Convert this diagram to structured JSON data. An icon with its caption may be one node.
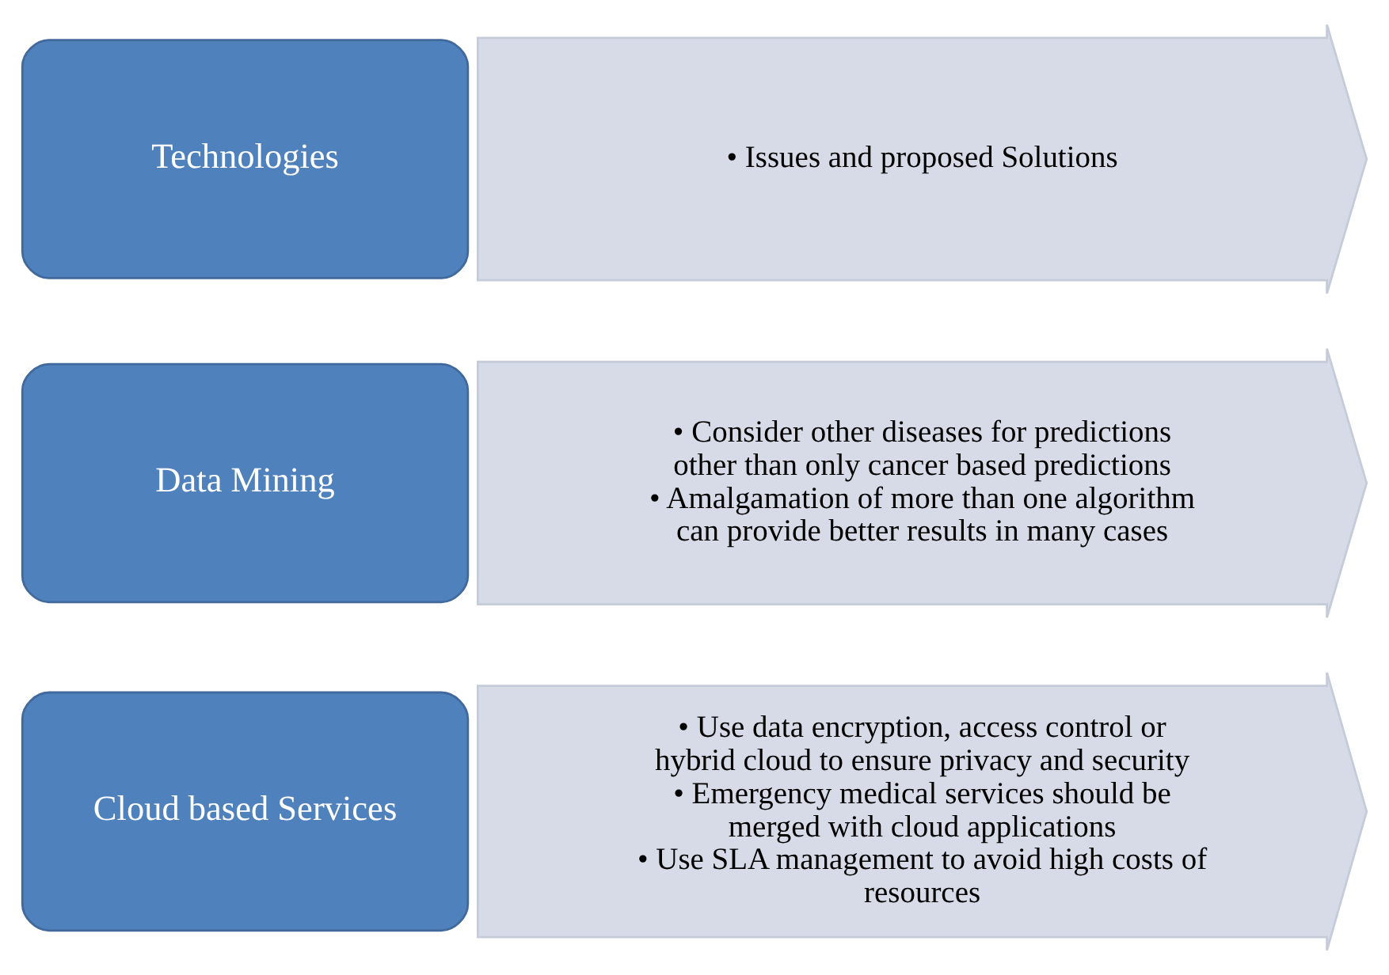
{
  "diagram": {
    "nodes": [
      {
        "text": [
          "Technologies"
        ]
      },
      {
        "text": [
          "• Issues and proposed Solutions"
        ]
      },
      {
        "text": [
          "Data Mining"
        ]
      },
      {
        "text": [
          "• Consider other diseases for predictions other than only cancer based predictions",
          "• Amalgamation of more than one algorithm can provide better results in many cases"
        ]
      },
      {
        "text": [
          "Cloud based Services"
        ]
      },
      {
        "text": [
          "• Use data encryption, access control or hybrid cloud to ensure privacy and security",
          "• Emergency medical services should be merged with cloud applications",
          "• Use SLA management to avoid high costs of resources"
        ]
      }
    ],
    "edges": []
  }
}
